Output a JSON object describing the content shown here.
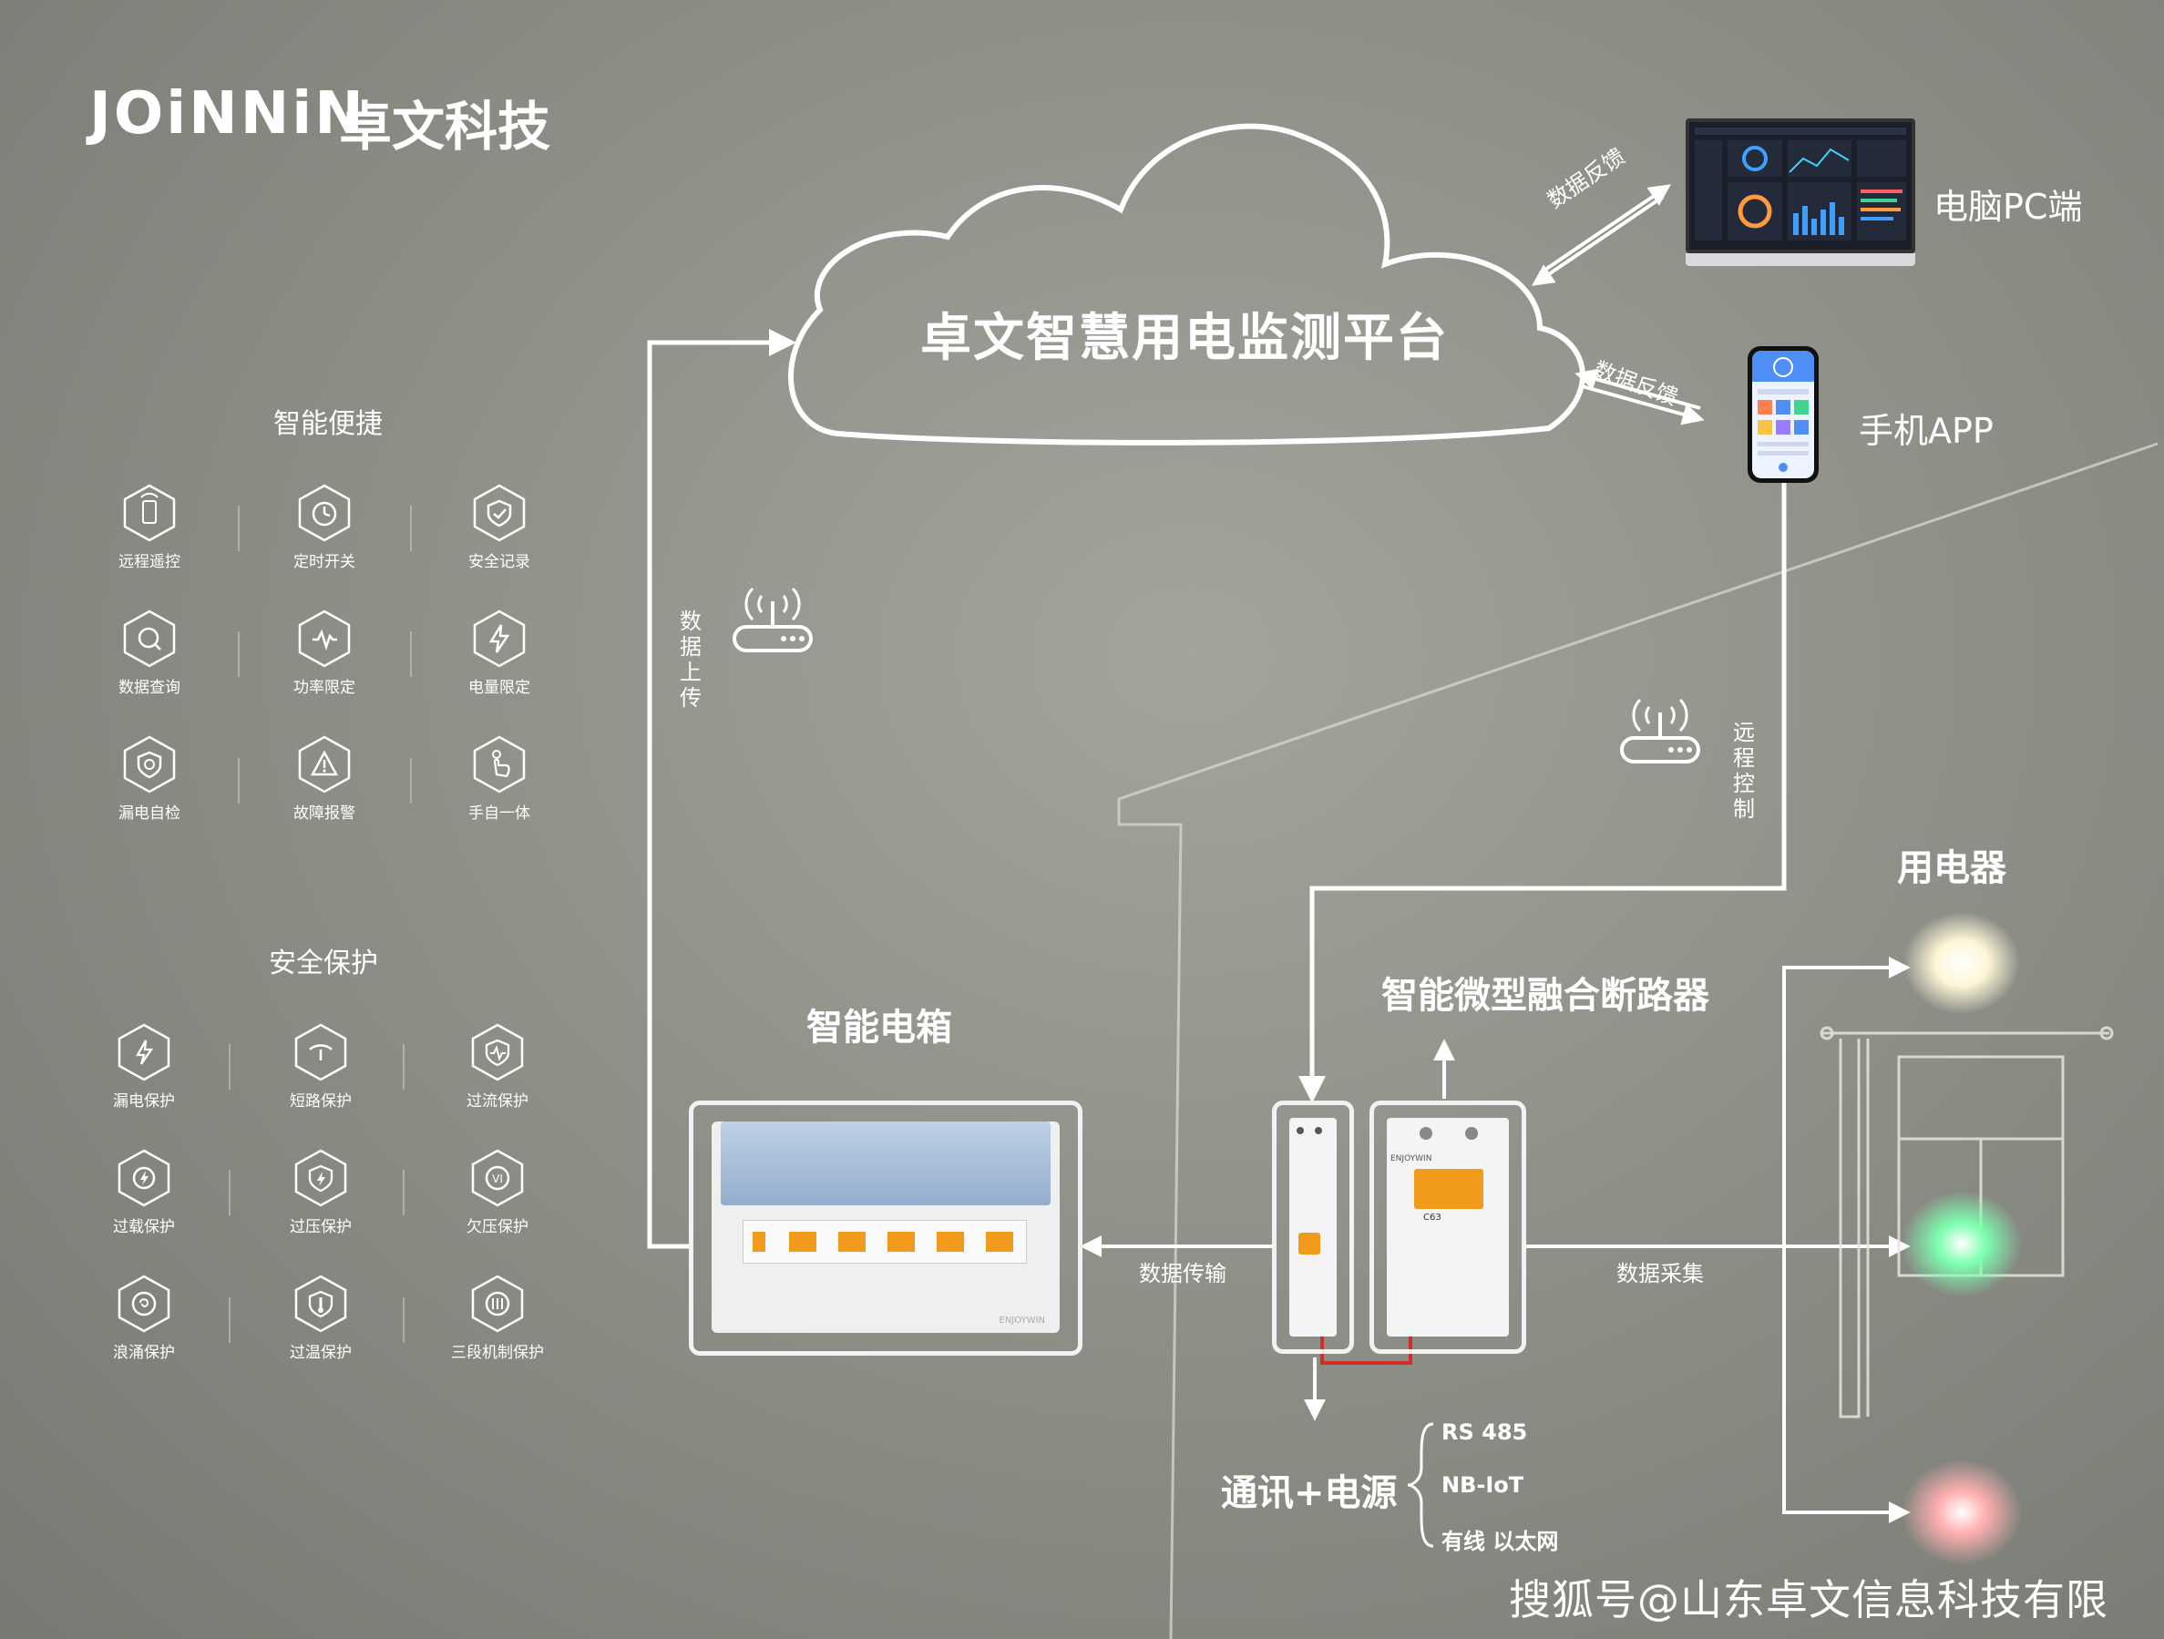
{
  "brand": {
    "logo_latin": "JOiNNiN",
    "logo_cn": "卓文科技"
  },
  "left_panel": {
    "smart_title": "智能便捷",
    "smart_items": [
      {
        "label": "远程遥控",
        "icon": "phone-remote-icon"
      },
      {
        "label": "定时开关",
        "icon": "timer-icon"
      },
      {
        "label": "安全记录",
        "icon": "shield-check-icon"
      },
      {
        "label": "数据查询",
        "icon": "data-search-icon"
      },
      {
        "label": "功率限定",
        "icon": "power-wave-icon"
      },
      {
        "label": "电量限定",
        "icon": "lightning-icon"
      },
      {
        "label": "漏电自检",
        "icon": "leak-check-icon"
      },
      {
        "label": "故障报警",
        "icon": "warning-icon"
      },
      {
        "label": "手自一体",
        "icon": "hand-touch-icon"
      }
    ],
    "safety_title": "安全保护",
    "safety_items": [
      {
        "label": "漏电保护",
        "icon": "leakage-icon"
      },
      {
        "label": "短路保护",
        "icon": "short-circuit-icon"
      },
      {
        "label": "过流保护",
        "icon": "overcurrent-icon"
      },
      {
        "label": "过载保护",
        "icon": "overload-icon"
      },
      {
        "label": "过压保护",
        "icon": "overvoltage-icon"
      },
      {
        "label": "欠压保护",
        "icon": "undervoltage-icon"
      },
      {
        "label": "浪涌保护",
        "icon": "surge-icon"
      },
      {
        "label": "过温保护",
        "icon": "overtemp-icon"
      },
      {
        "label": "三段机制保护",
        "icon": "three-stage-icon"
      }
    ]
  },
  "cloud": {
    "title": "卓文智慧用电监测平台"
  },
  "pc": {
    "label": "电脑PC端",
    "feedback": "数据反馈"
  },
  "phone": {
    "label": "手机APP",
    "feedback": "数据反馈"
  },
  "upload_label": "数据上传",
  "remote_label": "远程控制",
  "smart_box": {
    "label": "智能电箱",
    "brand": "ENJOYWIN"
  },
  "breaker": {
    "label": "智能微型融合断路器",
    "brand": "ENJOYWIN",
    "model": "C63"
  },
  "data_transfer": "数据传输",
  "data_collect": "数据采集",
  "appliances": {
    "label": "用电器"
  },
  "comm": {
    "label": "通讯+电源",
    "options": [
      "RS 485",
      "NB-IoT",
      "有线 以太网"
    ]
  },
  "watermark": "搜狐号@山东卓文信息科技有限",
  "colors": {
    "line": "#ffffff",
    "accent": "#f29a1c",
    "red_wire": "#d42b2b",
    "bulb_green": "#7dffb0",
    "bulb_red": "#ffb0b0",
    "bulb_warm": "#fff6d8"
  }
}
